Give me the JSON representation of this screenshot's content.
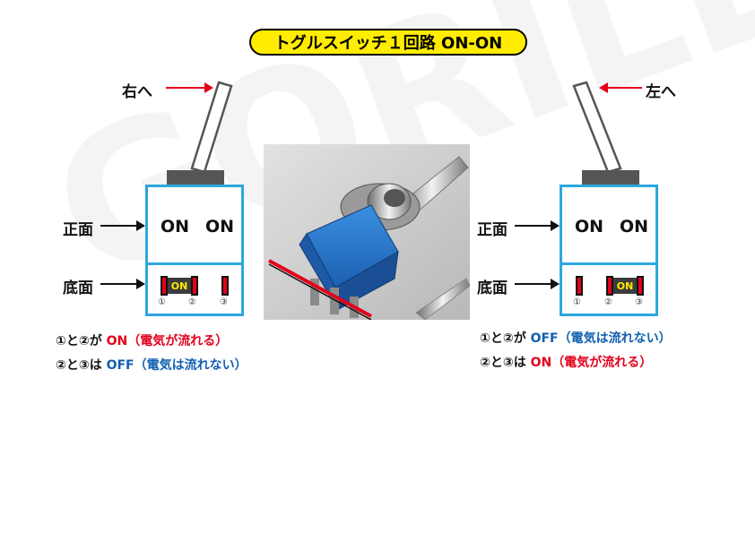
{
  "title": "トグルスイッチ１回路 ON-ON",
  "watermark": "GORILLA",
  "colors": {
    "accent_yellow": "#ffec00",
    "box_blue": "#2ca7df",
    "arrow_red": "#e3001b",
    "on_red": "#e3001b",
    "off_blue": "#1060b0"
  },
  "left": {
    "direction_label": "右へ",
    "front_label": "正面",
    "bottom_label": "底面",
    "front_on_1": "ON",
    "front_on_2": "ON",
    "badge": "ON",
    "terminals": [
      "①",
      "②",
      "③"
    ],
    "line1": {
      "prefix": "①と②が ",
      "state": "ON",
      "detail": "（電気が流れる）"
    },
    "line2": {
      "prefix": "②と③は ",
      "state": "OFF",
      "detail": "（電気は流れない）"
    }
  },
  "right": {
    "direction_label": "左へ",
    "front_label": "正面",
    "bottom_label": "底面",
    "front_on_1": "ON",
    "front_on_2": "ON",
    "badge": "ON",
    "terminals": [
      "①",
      "②",
      "③"
    ],
    "line1": {
      "prefix": "①と②が ",
      "state": "OFF",
      "detail": "（電気は流れない）"
    },
    "line2": {
      "prefix": "②と③は ",
      "state": "ON",
      "detail": "（電気が流れる）"
    }
  },
  "photo": {
    "icon": "toggle-switch-photo"
  }
}
